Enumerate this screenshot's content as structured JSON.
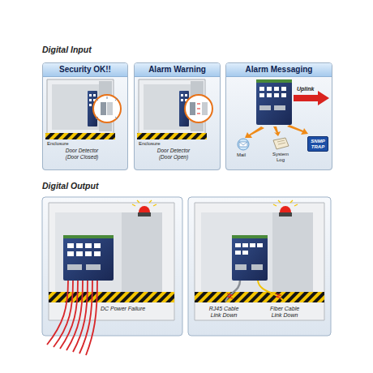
{
  "diagram": {
    "nodes": [
      {
        "text": [
          "Security OK!!"
        ]
      },
      {
        "text": [
          "Alarm Warning"
        ]
      },
      {
        "text": [
          "Alarm Messaging"
        ]
      },
      {
        "text": [
          "SNMP TRAP"
        ],
        "in": 2
      }
    ],
    "labels": [
      "Digital Input",
      "Enclosure",
      "Door Detector (Door Closed)",
      "Enclosure",
      "Door Detector (Door Open)",
      "Uplink",
      "Mail",
      "System Log",
      "Digital Output",
      "DC Power Failure",
      "RJ45 Cable Link Down",
      "Fiber Cable Link Down"
    ]
  }
}
